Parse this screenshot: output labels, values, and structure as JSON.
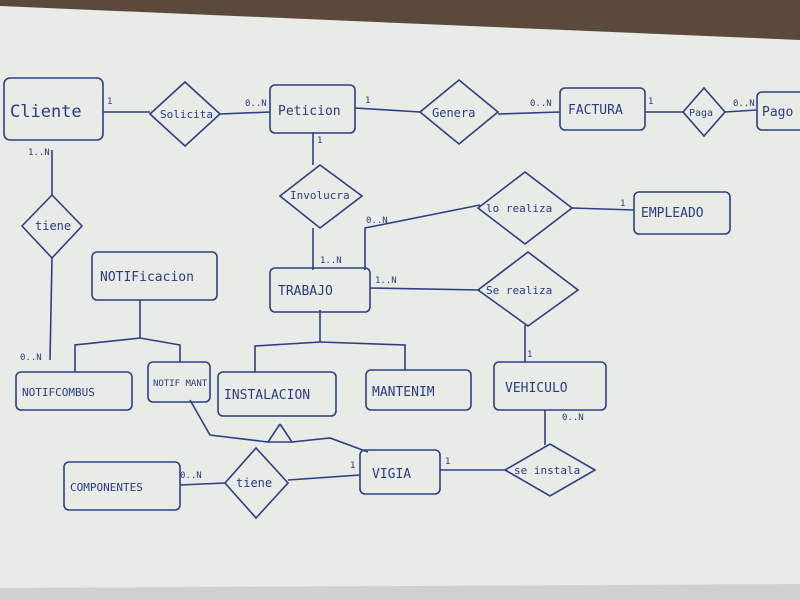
{
  "entities": {
    "cliente": "Cliente",
    "peticion": "Peticion",
    "factura": "FACTURA",
    "pago": "Pago",
    "empleado": "EMPLEADO",
    "notificacion": "NOTIFicacion",
    "trabajo": "TRABAJO",
    "notifcombust": "NOTIFCOMBUS",
    "notifmant": "NOTIF MANT",
    "instalacion": "INSTALACION",
    "mantenim": "MANTENIM",
    "vehiculo": "VEHICULO",
    "componentes": "COMPONENTES",
    "vigia": "VIGIA"
  },
  "relationships": {
    "solicita": "Solicita",
    "genera": "Genera",
    "paga": "Paga",
    "involucra": "Involucra",
    "lo_realiza": "lo realiza",
    "se_realiza": "Se realiza",
    "tiene_cliente": "tiene",
    "tiene_vigia": "tiene",
    "se_instala": "se instala"
  },
  "cardinalities": {
    "cliente_solicita": "1",
    "solicita_peticion": "0..N",
    "peticion_genera": "1",
    "genera_factura": "0..N",
    "factura_paga": "1",
    "paga_pago": "0..N",
    "peticion_involucra": "1",
    "involucra_trabajo": "1..N",
    "trabajo_lo_realiza": "0..N",
    "lo_realiza_empleado": "1",
    "trabajo_se_realiza": "1..N",
    "se_realiza_vehiculo": "1",
    "cliente_tiene": "1..N",
    "tiene_notifcombust": "0..N",
    "componentes_tiene": "0..N",
    "tiene_vigia": "1",
    "vigia_se_instala": "1",
    "se_instala_vehiculo": "0..N"
  }
}
